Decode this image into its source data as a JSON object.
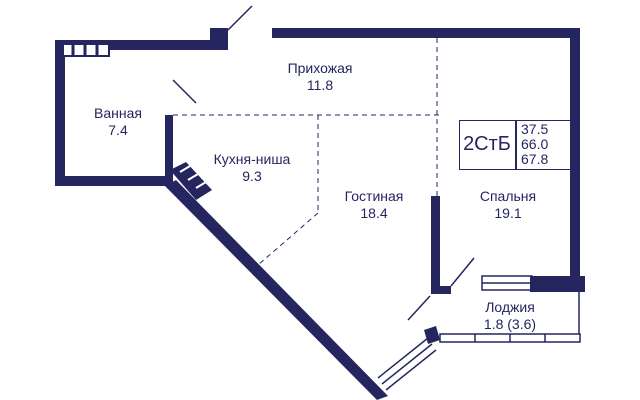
{
  "colors": {
    "wall": "#252560",
    "background": "#ffffff",
    "text": "#252560"
  },
  "rooms": [
    {
      "name": "Прихожая",
      "area": "11.8"
    },
    {
      "name": "Ванная",
      "area": "7.4"
    },
    {
      "name": "Кухня-ниша",
      "area": "9.3"
    },
    {
      "name": "Гостиная",
      "area": "18.4"
    },
    {
      "name": "Спальня",
      "area": "19.1"
    },
    {
      "name": "Лоджия",
      "area": "1.8 (3.6)"
    }
  ],
  "badge": {
    "type": "2СтБ",
    "values": [
      "37.5",
      "66.0",
      "67.8"
    ]
  }
}
